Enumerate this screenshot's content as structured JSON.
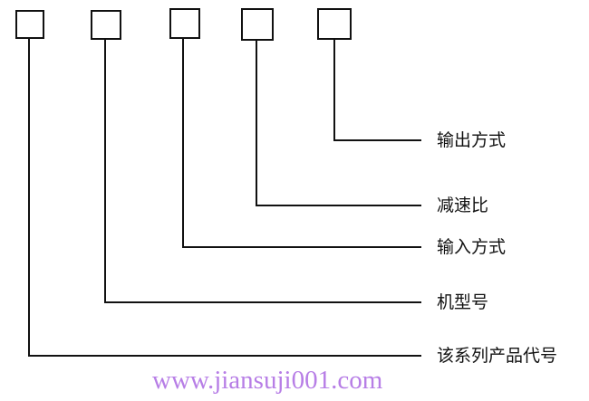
{
  "diagram": {
    "type": "model-code-breakdown",
    "code_boxes": 5,
    "labels": [
      {
        "text": "输出方式"
      },
      {
        "text": "减速比"
      },
      {
        "text": "输入方式"
      },
      {
        "text": "机型号"
      },
      {
        "text": "该系列产品代号"
      }
    ]
  },
  "watermark": {
    "text": "www.jiansuji001.com",
    "color": "#b77ee6"
  }
}
